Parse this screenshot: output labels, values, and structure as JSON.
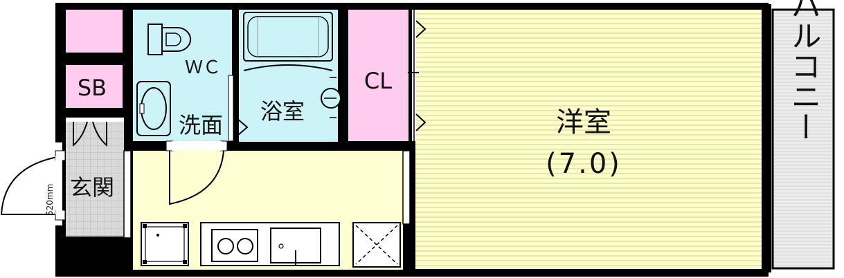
{
  "rooms": {
    "western_room": {
      "name": "洋室",
      "size": "(7.0)"
    },
    "balcony": {
      "name": "バルコニー"
    },
    "closet": {
      "name": "CL"
    },
    "bathroom": {
      "name": "浴室"
    },
    "toilet": {
      "name": "ＷＣ"
    },
    "washroom": {
      "name": "洗面"
    },
    "shoe_box": {
      "name": "SB"
    },
    "entrance": {
      "name": "玄関"
    },
    "entrance_door_width": "520mm"
  },
  "colors": {
    "western_room": "#ffffcc",
    "western_room_lines": "#c9c98a",
    "wet_area": "#ccf4f8",
    "storage": "#ffccf0",
    "kitchen_floor": "#ffffd2",
    "entrance_floor": "#d9d9d9",
    "balcony": "#ebebeb",
    "wall": "#000000"
  }
}
